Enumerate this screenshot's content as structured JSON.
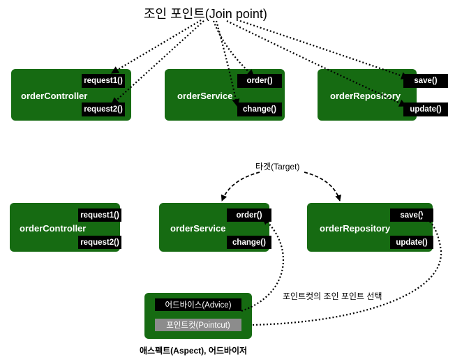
{
  "top": {
    "title": "조인 포인트(Join point)",
    "boxes": [
      {
        "name": "orderController",
        "methods": [
          "request1()",
          "request2()"
        ]
      },
      {
        "name": "orderService",
        "methods": [
          "order()",
          "change()"
        ]
      },
      {
        "name": "orderRepository",
        "methods": [
          "save()",
          "update()"
        ]
      }
    ]
  },
  "bottom": {
    "target_label": "타겟(Target)",
    "boxes": [
      {
        "name": "orderController",
        "methods": [
          "request1()",
          "request2()"
        ]
      },
      {
        "name": "orderService",
        "methods": [
          "order()",
          "change()"
        ]
      },
      {
        "name": "orderRepository",
        "methods": [
          "save()",
          "update()"
        ]
      }
    ],
    "pointcut_note": "포인트컷의 조인 포인트 선택",
    "aspect": {
      "advice": "어드바이스(Advice)",
      "pointcut": "포인트컷(Pointcut)",
      "caption": "애스펙트(Aspect), 어드바이저"
    }
  },
  "colors": {
    "box_green": "#166b12",
    "method_black": "#000000",
    "pointcut_gray": "#8c8c8c"
  }
}
